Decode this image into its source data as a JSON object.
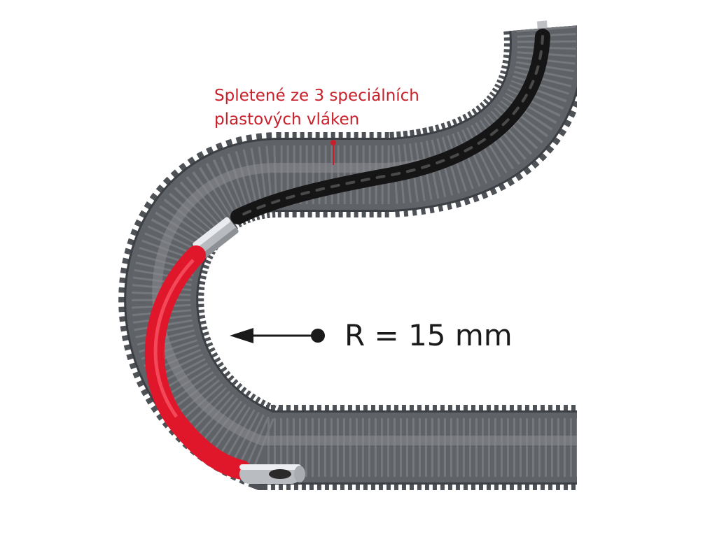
{
  "annotation": {
    "line1": "Spletené ze 3 speciálních",
    "line2": "plastových vláken"
  },
  "radius_label": "R = 15 mm",
  "colors": {
    "conduit": "#5a5d62",
    "conduit_dark": "#3c3f43",
    "rope": "#151515",
    "red_sleeve": "#e0162b",
    "annotation": "#c8202a",
    "metal": "#c9ccd0"
  }
}
